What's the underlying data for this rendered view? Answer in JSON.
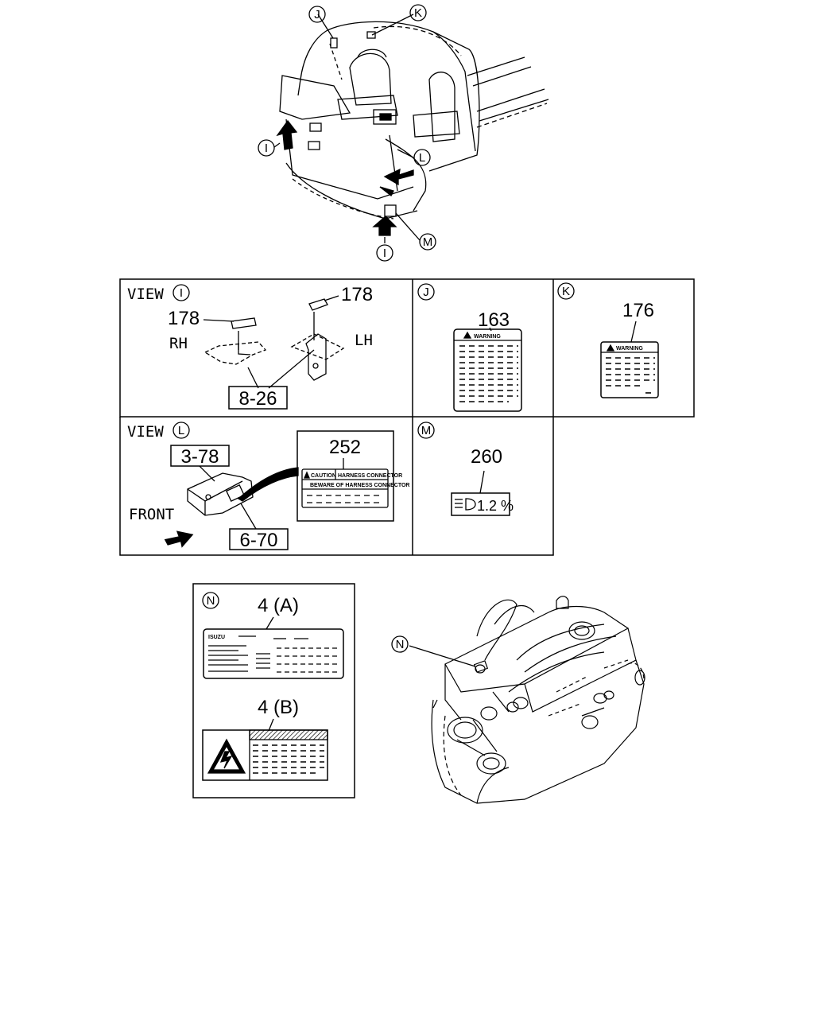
{
  "callouts": {
    "j": "J",
    "k": "K",
    "i_top": "I",
    "i_bottom": "I",
    "l": "L",
    "m": "M",
    "n_engine": "N"
  },
  "panel_i": {
    "view_word": "VIEW",
    "view_letter": "I",
    "rh": "RH",
    "lh": "LH",
    "part_a": "178",
    "part_b": "178",
    "ref_box": "8-26"
  },
  "panel_j": {
    "letter": "J",
    "part": "163",
    "warning": "WARNING"
  },
  "panel_k": {
    "letter": "K",
    "part": "176",
    "warning": "WARNING"
  },
  "panel_l": {
    "view_word": "VIEW",
    "view_letter": "L",
    "ref_top": "3-78",
    "ref_bottom": "6-70",
    "front": "FRONT",
    "part": "252",
    "caution_a": "CAUTION",
    "caution_b": "HARNESS CONNECTOR",
    "beware": "BEWARE OF HARNESS CONNECTOR"
  },
  "panel_m": {
    "letter": "M",
    "part": "260",
    "value": "1.2 %"
  },
  "panel_n": {
    "letter": "N",
    "part_a": "4 (A)",
    "part_b": "4 (B)",
    "brand": "ISUZU"
  }
}
